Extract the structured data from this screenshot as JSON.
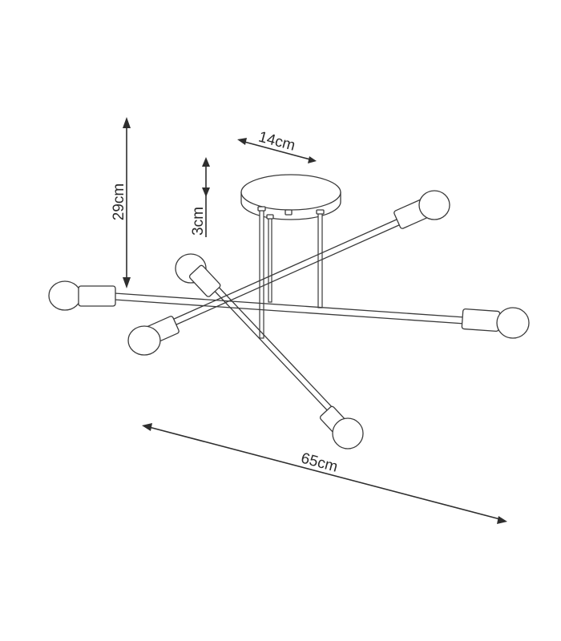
{
  "dimensions": {
    "width_top": "14cm",
    "height_total": "29cm",
    "rod_gap": "3cm",
    "span": "65cm"
  },
  "colors": {
    "line": "#3a3a3a",
    "background": "#ffffff"
  }
}
